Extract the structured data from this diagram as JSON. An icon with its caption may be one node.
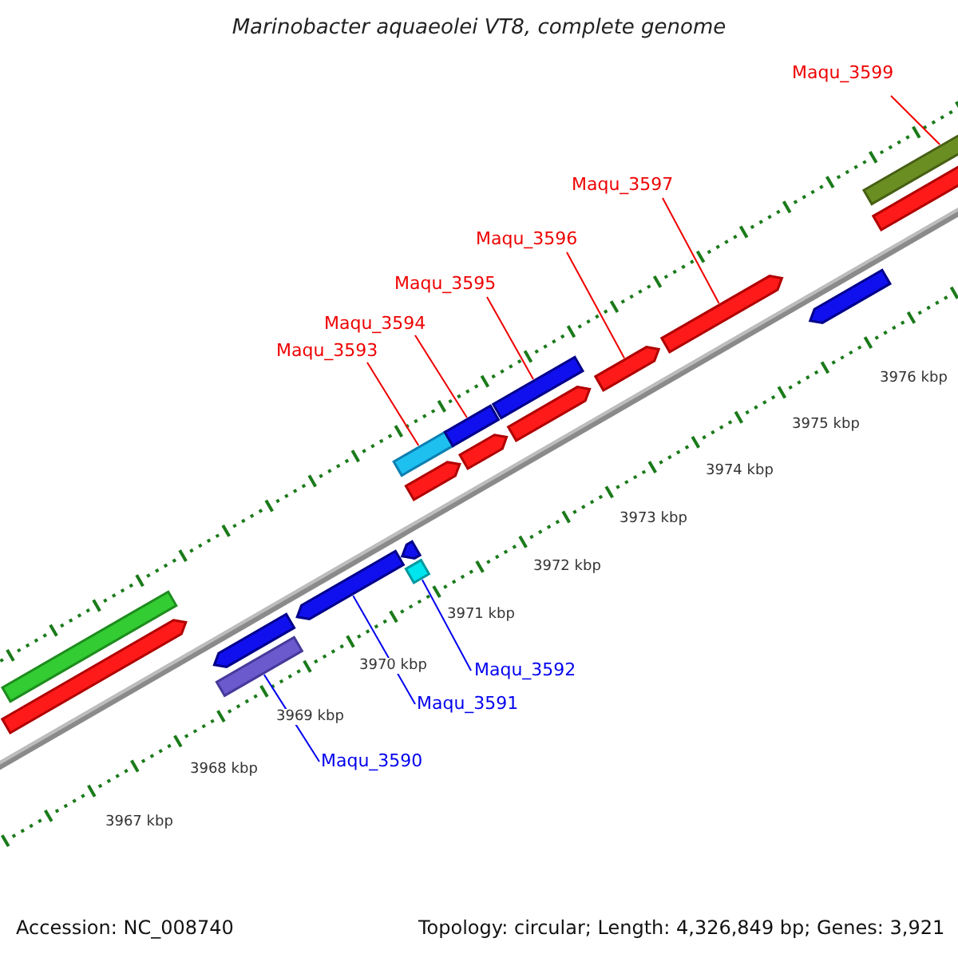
{
  "diagram": {
    "title": "Marinobacter aquaeolei VT8, complete genome",
    "nodes": [
      {
        "text": [
          "Maqu_3599"
        ]
      },
      {
        "text": [
          "Maqu_3597"
        ]
      },
      {
        "text": [
          "Maqu_3596"
        ]
      },
      {
        "text": [
          "Maqu_3595"
        ]
      },
      {
        "text": [
          "Maqu_3594"
        ]
      },
      {
        "text": [
          "Maqu_3593"
        ]
      },
      {
        "text": [
          "Maqu_3592"
        ]
      },
      {
        "text": [
          "Maqu_3591"
        ]
      },
      {
        "text": [
          "Maqu_3590"
        ]
      },
      {
        "text": [],
        "shape": "bar"
      },
      {
        "text": [],
        "shape": "bar"
      },
      {
        "text": [],
        "shape": "bar"
      },
      {
        "text": [],
        "shape": "bar"
      },
      {
        "text": [],
        "shape": "bar"
      },
      {
        "text": [],
        "shape": "bar"
      },
      {
        "text": [],
        "shape": "bar"
      },
      {
        "text": [],
        "shape": "bar"
      },
      {
        "text": [],
        "shape": "bar"
      },
      {
        "text": [],
        "shape": "bar"
      },
      {
        "text": [],
        "shape": "bar"
      },
      {
        "text": [],
        "shape": "bar"
      },
      {
        "text": [],
        "shape": "bar"
      },
      {
        "text": [],
        "shape": "bar"
      },
      {
        "text": [],
        "shape": "bar"
      },
      {
        "text": [],
        "shape": "bar"
      },
      {
        "text": [],
        "shape": "bar"
      },
      {
        "text": [],
        "shape": "bar"
      }
    ],
    "edges": [
      {
        "from": 0,
        "to": 25,
        "arrow": "none"
      },
      {
        "from": 1,
        "to": 23,
        "arrow": "none"
      },
      {
        "from": 2,
        "to": 22,
        "arrow": "none"
      },
      {
        "from": 3,
        "to": 20,
        "arrow": "none"
      },
      {
        "from": 4,
        "to": 18,
        "arrow": "none"
      },
      {
        "from": 5,
        "to": 14,
        "arrow": "none"
      },
      {
        "from": 6,
        "to": 16,
        "arrow": "none",
        "color": "#0000ee"
      },
      {
        "from": 7,
        "to": 13,
        "arrow": "none",
        "color": "#0000ee"
      },
      {
        "from": 8,
        "to": 12,
        "arrow": "none",
        "color": "#0000ee"
      }
    ],
    "labels": [
      "3976 kbp",
      "3975 kbp",
      "3974 kbp",
      "3973 kbp",
      "3972 kbp",
      "3971 kbp",
      "3970 kbp",
      "3969 kbp",
      "3968 kbp",
      "3967 kbp",
      "Accession: NC_008740",
      "Topology: circular; Length: 4,326,849 bp; Genes: 3,921"
    ]
  }
}
